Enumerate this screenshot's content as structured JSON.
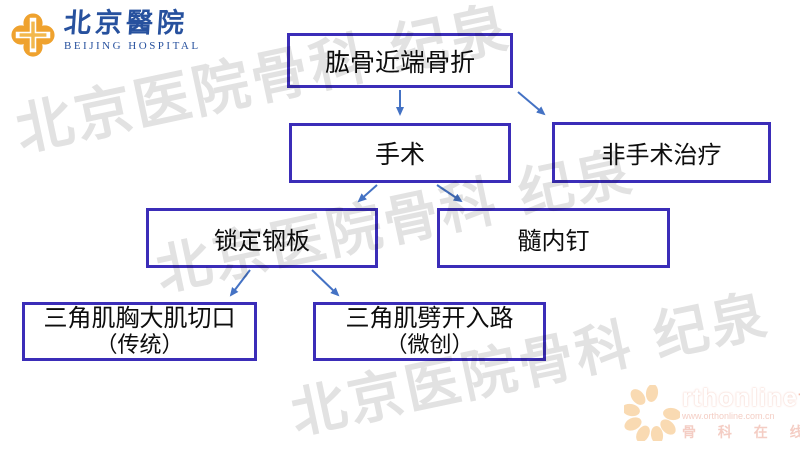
{
  "page": {
    "background": "#ffffff"
  },
  "header_logo": {
    "icon": "beijing-hospital-knot-icon",
    "icon_color": "#efa22e",
    "name_cn": "北京醫院",
    "name_en": "BEIJING HOSPITAL",
    "text_color": "#27519e"
  },
  "watermark": {
    "text": "北京医院骨科 纪泉",
    "color": "#e2e2e2",
    "repeats": 3
  },
  "flowchart": {
    "border_color": "#3b2db8",
    "arrow_color": "#4472c4",
    "text_color": "#0d0d0d",
    "nodes": [
      {
        "id": "root",
        "label": "肱骨近端骨折"
      },
      {
        "id": "surgery",
        "label": "手术"
      },
      {
        "id": "non-surgical",
        "label": "非手术治疗"
      },
      {
        "id": "locking-plate",
        "label": "锁定钢板"
      },
      {
        "id": "im-nail",
        "label": "髓内钉"
      },
      {
        "id": "deltopectoral",
        "label": "三角肌胸大肌切口",
        "label2": "（传统）"
      },
      {
        "id": "deltoid-split",
        "label": "三角肌劈开入路",
        "label2": "（微创）"
      }
    ],
    "edges": [
      {
        "from": "root",
        "to": "surgery"
      },
      {
        "from": "root",
        "to": "non-surgical"
      },
      {
        "from": "surgery",
        "to": "locking-plate"
      },
      {
        "from": "surgery",
        "to": "im-nail"
      },
      {
        "from": "locking-plate",
        "to": "deltopectoral"
      },
      {
        "from": "locking-plate",
        "to": "deltoid-split"
      }
    ]
  },
  "footer_logo": {
    "brand": "rthonline",
    "plus": "+",
    "url": "www.orthonline.com.cn",
    "caption": "骨 科 在 线",
    "ring_icon": "petal-ring-icon"
  }
}
